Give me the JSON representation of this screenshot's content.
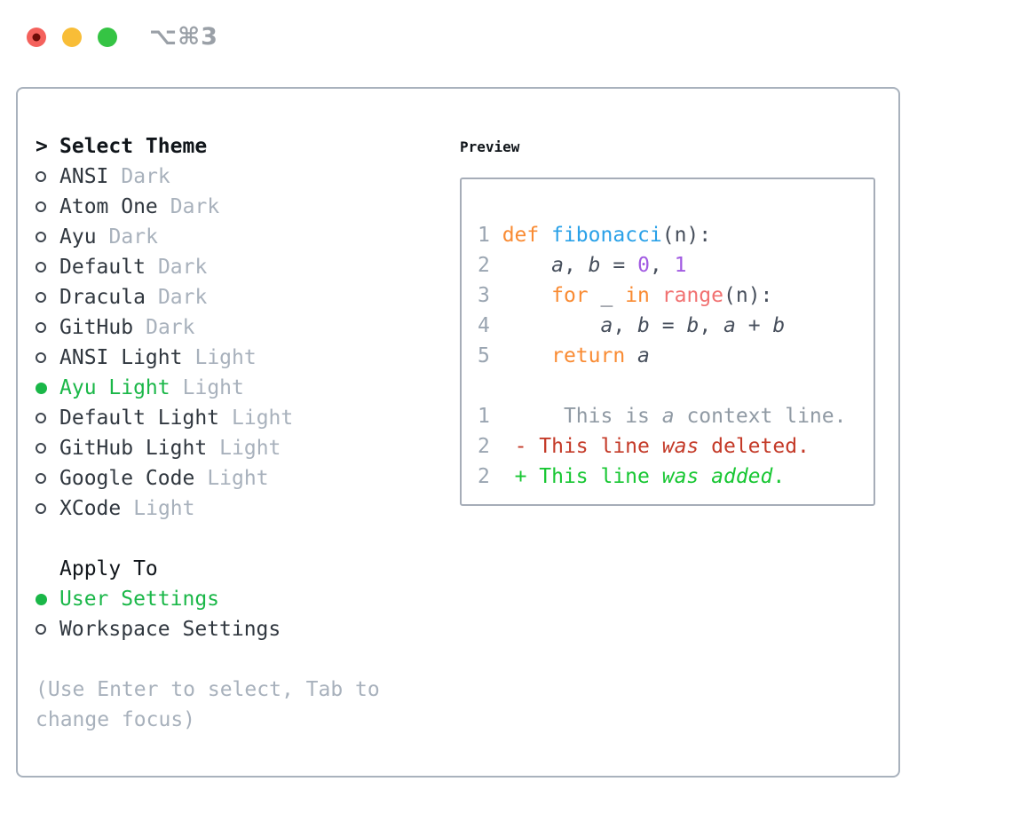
{
  "titlebar": {
    "shortcut": "⌥⌘3",
    "buttons": [
      "close",
      "minimize",
      "zoom"
    ]
  },
  "theme_menu": {
    "marker": ">",
    "title": "Select Theme",
    "items": [
      {
        "label": "ANSI",
        "tag": "Dark",
        "selected": false
      },
      {
        "label": "Atom One",
        "tag": "Dark",
        "selected": false
      },
      {
        "label": "Ayu",
        "tag": "Dark",
        "selected": false
      },
      {
        "label": "Default",
        "tag": "Dark",
        "selected": false
      },
      {
        "label": "Dracula",
        "tag": "Dark",
        "selected": false
      },
      {
        "label": "GitHub",
        "tag": "Dark",
        "selected": false
      },
      {
        "label": "ANSI Light",
        "tag": "Light",
        "selected": false
      },
      {
        "label": "Ayu Light",
        "tag": "Light",
        "selected": true
      },
      {
        "label": "Default Light",
        "tag": "Light",
        "selected": false
      },
      {
        "label": "GitHub Light",
        "tag": "Light",
        "selected": false
      },
      {
        "label": "Google Code",
        "tag": "Light",
        "selected": false
      },
      {
        "label": "XCode",
        "tag": "Light",
        "selected": false
      }
    ]
  },
  "apply_to": {
    "title": "Apply To",
    "options": [
      {
        "label": "User Settings",
        "selected": true
      },
      {
        "label": "Workspace Settings",
        "selected": false
      }
    ]
  },
  "hint": {
    "line1": "(Use Enter to select, Tab to",
    "line2": "change focus)"
  },
  "preview": {
    "title": "Preview",
    "code_lines": [
      [
        {
          "t": "1 ",
          "c": "ln"
        },
        {
          "t": "def",
          "c": "kw"
        },
        {
          "t": " ",
          "c": "pl"
        },
        {
          "t": "fibonacci",
          "c": "fn"
        },
        {
          "t": "(n):",
          "c": "pl"
        }
      ],
      [
        {
          "t": "2 ",
          "c": "ln"
        },
        {
          "t": "    ",
          "c": "pl"
        },
        {
          "t": "a",
          "c": "var"
        },
        {
          "t": ", ",
          "c": "pl"
        },
        {
          "t": "b",
          "c": "var"
        },
        {
          "t": " = ",
          "c": "pl"
        },
        {
          "t": "0",
          "c": "num"
        },
        {
          "t": ", ",
          "c": "pl"
        },
        {
          "t": "1",
          "c": "num"
        }
      ],
      [
        {
          "t": "3 ",
          "c": "ln"
        },
        {
          "t": "    ",
          "c": "pl"
        },
        {
          "t": "for",
          "c": "kw"
        },
        {
          "t": " _ ",
          "c": "pl"
        },
        {
          "t": "in",
          "c": "kw"
        },
        {
          "t": " ",
          "c": "pl"
        },
        {
          "t": "range",
          "c": "sp"
        },
        {
          "t": "(n):",
          "c": "pl"
        }
      ],
      [
        {
          "t": "4 ",
          "c": "ln"
        },
        {
          "t": "        ",
          "c": "pl"
        },
        {
          "t": "a",
          "c": "var"
        },
        {
          "t": ", ",
          "c": "pl"
        },
        {
          "t": "b",
          "c": "var"
        },
        {
          "t": " = ",
          "c": "pl"
        },
        {
          "t": "b",
          "c": "var"
        },
        {
          "t": ", ",
          "c": "pl"
        },
        {
          "t": "a",
          "c": "var"
        },
        {
          "t": " + ",
          "c": "pl"
        },
        {
          "t": "b",
          "c": "var"
        }
      ],
      [
        {
          "t": "5 ",
          "c": "ln"
        },
        {
          "t": "    ",
          "c": "pl"
        },
        {
          "t": "return",
          "c": "kw"
        },
        {
          "t": " ",
          "c": "pl"
        },
        {
          "t": "a",
          "c": "var"
        }
      ],
      [],
      [
        {
          "t": "1",
          "c": "ln"
        },
        {
          "t": "      ",
          "c": "pl"
        },
        {
          "t": "This is ",
          "c": "ctx"
        },
        {
          "t": "a",
          "c": "ctx-i"
        },
        {
          "t": " context line.",
          "c": "ctx"
        }
      ],
      [
        {
          "t": "2",
          "c": "ln"
        },
        {
          "t": "  ",
          "c": "pl"
        },
        {
          "t": "- This line ",
          "c": "del"
        },
        {
          "t": "was",
          "c": "del-i"
        },
        {
          "t": " deleted.",
          "c": "del"
        }
      ],
      [
        {
          "t": "2",
          "c": "ln"
        },
        {
          "t": "  ",
          "c": "pl"
        },
        {
          "t": "+ This line ",
          "c": "add"
        },
        {
          "t": "was",
          "c": "add-i"
        },
        {
          "t": " ",
          "c": "add"
        },
        {
          "t": "added",
          "c": "add-i"
        },
        {
          "t": ".",
          "c": "add"
        }
      ]
    ]
  },
  "colors": {
    "selection_green": "#1ab748",
    "diff_added_green": "#18c733",
    "diff_deleted_red": "#c43a28",
    "keyword_orange": "#f98b33",
    "function_blue": "#2aa1e8",
    "number_purple": "#a25be2",
    "builtin_coral": "#f17171",
    "muted_gray": "#a8b1bc",
    "line_number_gray": "#9aa5b1",
    "panel_border": "#a9b2bd",
    "traffic_red": "#f4615c",
    "traffic_yellow": "#f8bd37",
    "traffic_green": "#35c444"
  }
}
